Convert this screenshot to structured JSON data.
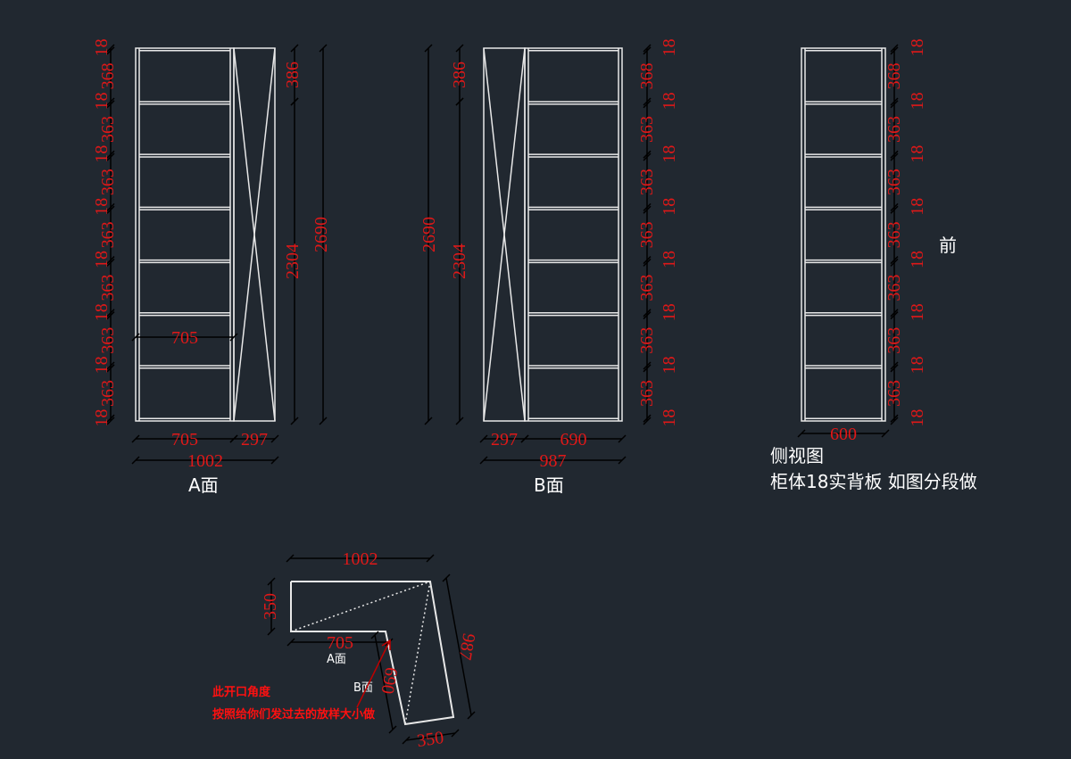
{
  "colors": {
    "background": "#212830",
    "lines": "#ffffff",
    "dimension_lines": "#000000",
    "dimension_text": "#e01818"
  },
  "cabinet_a": {
    "title": "A面",
    "vertical_segments": [
      18,
      368,
      18,
      363,
      18,
      363,
      18,
      363,
      18,
      363,
      18,
      363,
      18,
      363,
      18
    ],
    "right_dims": [
      "386",
      "2304",
      "2690"
    ],
    "bottom_dims": [
      "705",
      "297"
    ],
    "total_width": "1002",
    "inner_width": "705"
  },
  "cabinet_b": {
    "title": "B面",
    "vertical_segments": [
      18,
      368,
      18,
      363,
      18,
      363,
      18,
      363,
      18,
      363,
      18,
      363,
      18,
      363,
      18
    ],
    "left_dims": [
      "2690",
      "386",
      "2304"
    ],
    "bottom_dims": [
      "297",
      "690"
    ],
    "total_width": "987"
  },
  "side_view": {
    "vertical_segments": [
      18,
      368,
      18,
      363,
      18,
      363,
      18,
      363,
      18,
      363,
      18,
      363,
      18,
      363,
      18
    ],
    "width": "600",
    "front_label": "前",
    "title": "侧视图",
    "note": "柜体18实背板 如图分段做"
  },
  "plan": {
    "dims": {
      "top": "1002",
      "left": "350",
      "inner": "705",
      "b_inner": "690",
      "b_outer": "987",
      "bottom": "350"
    },
    "label_a": "A面",
    "label_b": "B面",
    "note_line1": "此开口角度",
    "note_line2": "按照给你们发过去的放样大小做"
  }
}
